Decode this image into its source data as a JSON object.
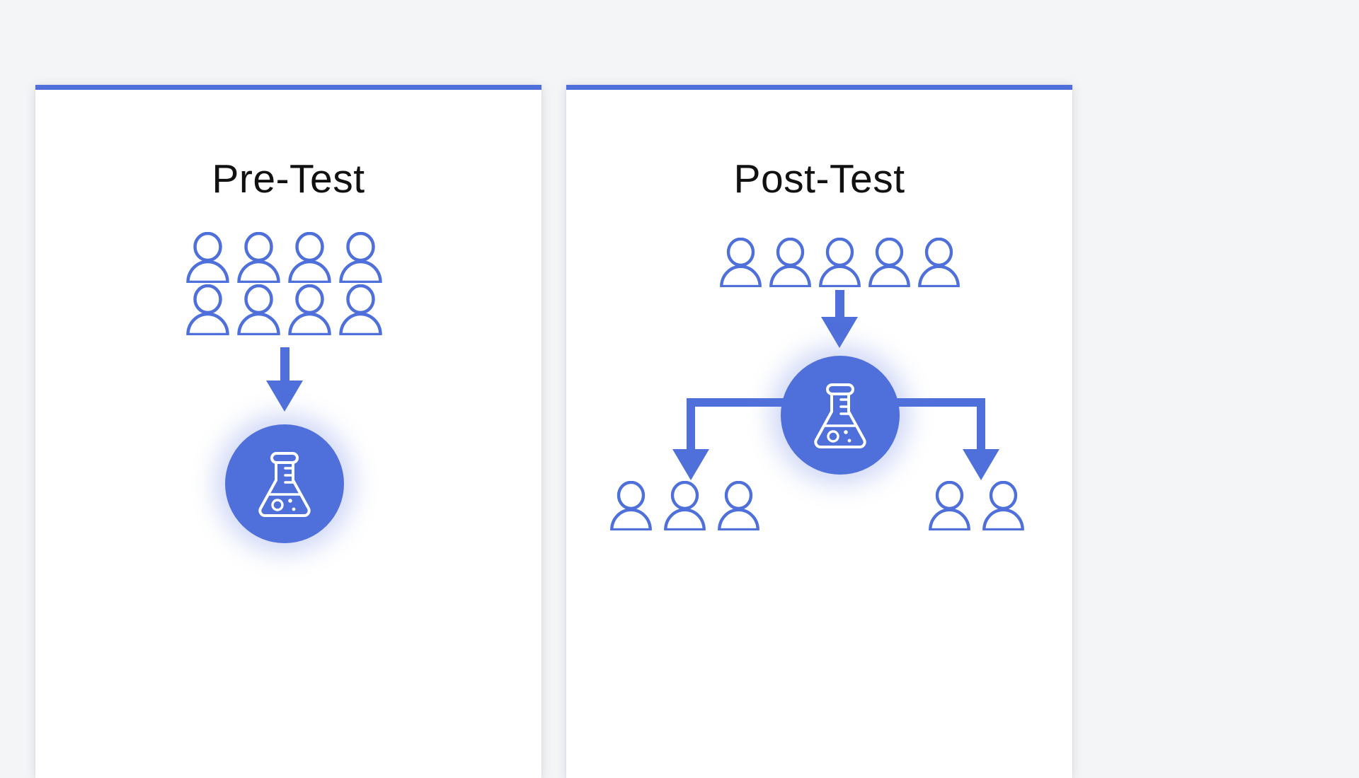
{
  "page": {
    "background_color": "#f4f5f7",
    "accent_color": "#4f6fdb",
    "card_background": "#ffffff",
    "title_color": "#111111"
  },
  "cards": [
    {
      "id": "pre-test",
      "title": "Pre-Test",
      "icons": {
        "person": "person-icon",
        "flask": "flask-icon",
        "arrow": "arrow-down-icon"
      },
      "diagram": {
        "type": "flow",
        "top_group_label": "participants",
        "top_group_count": 8,
        "top_group_rows": 2,
        "top_group_columns": 4,
        "node_label": "flask-node",
        "branches": 0,
        "branch_counts": []
      }
    },
    {
      "id": "post-test",
      "title": "Post-Test",
      "icons": {
        "person": "person-icon",
        "flask": "flask-icon",
        "arrow": "arrow-down-icon"
      },
      "diagram": {
        "type": "flow",
        "top_group_label": "participants",
        "top_group_count": 5,
        "top_group_rows": 1,
        "top_group_columns": 5,
        "node_label": "flask-node",
        "branches": 2,
        "branch_counts": [
          3,
          2
        ]
      }
    }
  ]
}
